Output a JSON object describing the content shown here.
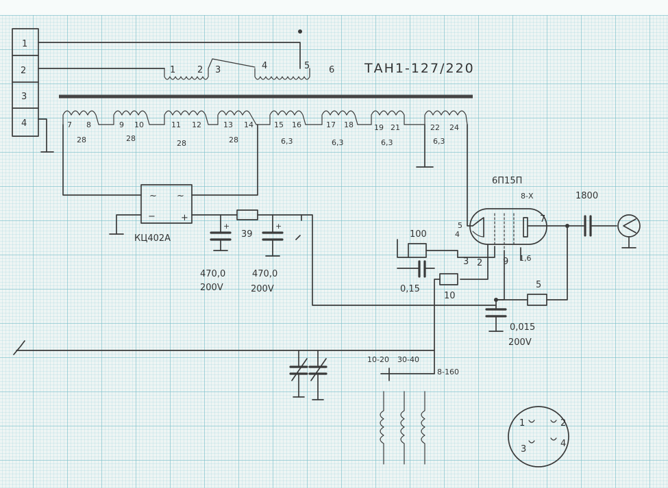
{
  "connector": {
    "pins": [
      "1",
      "2",
      "3",
      "4"
    ]
  },
  "transformer": {
    "title": "ТАН1-127/220",
    "primary_taps": [
      "1",
      "2",
      "3",
      "4",
      "5",
      "6"
    ],
    "secondary": [
      {
        "pins": [
          "7",
          "8"
        ],
        "voltage": "28"
      },
      {
        "pins": [
          "9",
          "10"
        ],
        "voltage": "28"
      },
      {
        "pins": [
          "11",
          "12"
        ],
        "voltage": "28"
      },
      {
        "pins": [
          "13",
          "14"
        ],
        "voltage": "28"
      },
      {
        "pins": [
          "15",
          "16"
        ],
        "voltage": "6,3"
      },
      {
        "pins": [
          "17",
          "18"
        ],
        "voltage": "6,3"
      },
      {
        "pins": [
          "19",
          "21"
        ],
        "voltage": "6,3"
      },
      {
        "pins": [
          "22",
          "24"
        ],
        "voltage": "6,3"
      }
    ]
  },
  "rectifier": {
    "label": "КЦ402А",
    "ac": "~",
    "minus": "−",
    "plus": "+"
  },
  "power_supply": {
    "c1": {
      "value": "470,0",
      "voltage": "200V",
      "polarity": "+"
    },
    "r1": {
      "value": "39"
    },
    "c2": {
      "value": "470,0",
      "voltage": "200V",
      "polarity": "+"
    }
  },
  "tube": {
    "type": "6П15П",
    "pins_note": "8-Х",
    "pins": {
      "a": "4",
      "b": "5",
      "c": "3",
      "d": "2",
      "e": "9",
      "f": "1,6",
      "g": "7"
    }
  },
  "components": {
    "r_grid": "100",
    "c_grid": "0,15",
    "r_screen": "10",
    "r_anode": "5",
    "c_decouple": {
      "value": "0,015",
      "voltage": "200V"
    },
    "c_out": "1800"
  },
  "tuning": {
    "label_a": "10-20",
    "label_b": "30-40",
    "label_c": "8-160"
  },
  "socket": {
    "pins": [
      "1",
      "2",
      "3",
      "4"
    ]
  }
}
